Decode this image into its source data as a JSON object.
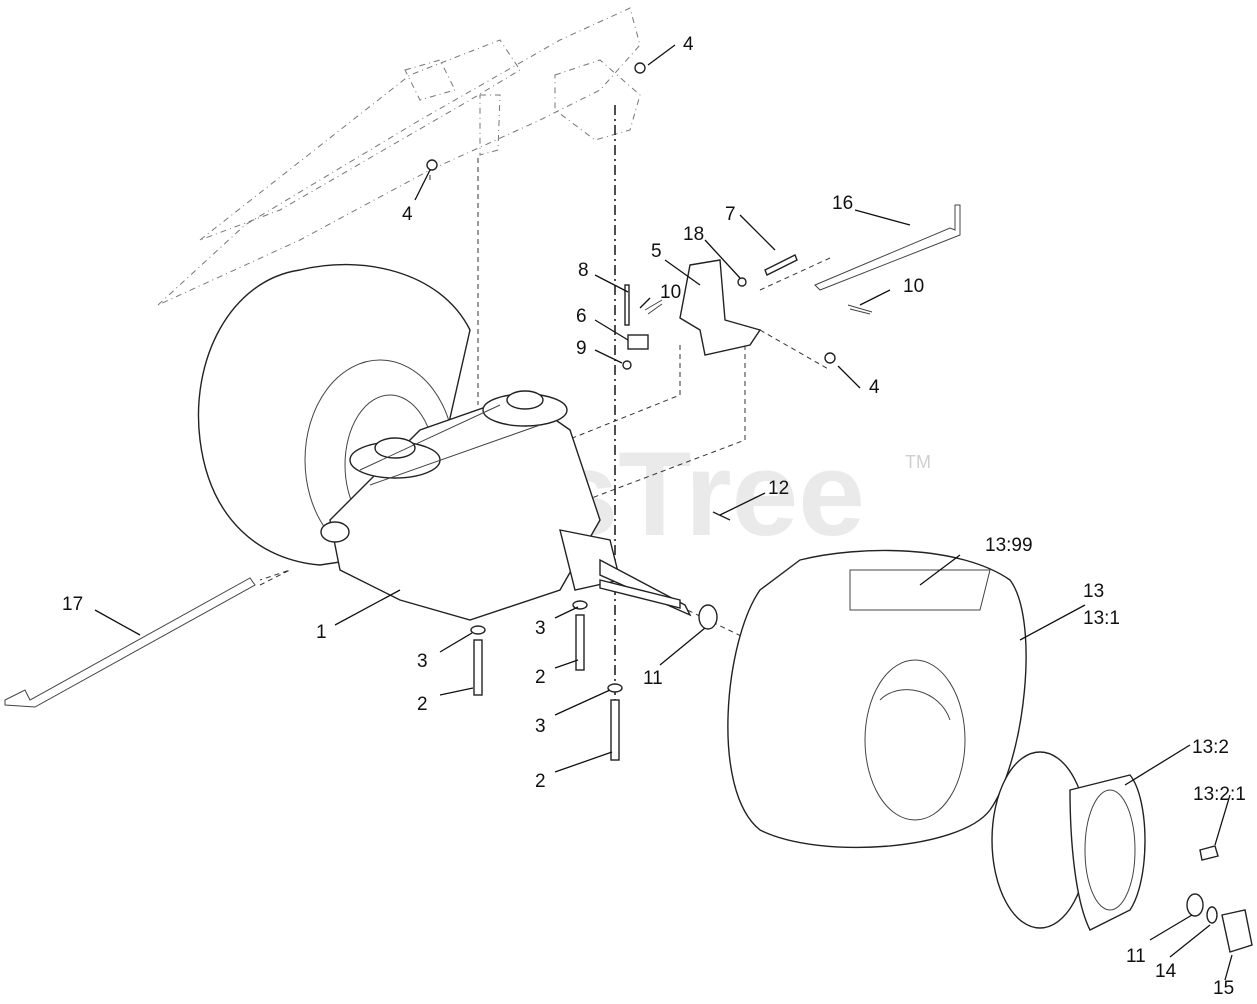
{
  "watermark": {
    "text": "PartsTree",
    "trademark": "TM"
  },
  "callouts": [
    {
      "id": "c4a",
      "label": "4"
    },
    {
      "id": "c4b",
      "label": "4"
    },
    {
      "id": "c4c",
      "label": "4"
    },
    {
      "id": "c16",
      "label": "16"
    },
    {
      "id": "c7",
      "label": "7"
    },
    {
      "id": "c18",
      "label": "18"
    },
    {
      "id": "c5",
      "label": "5"
    },
    {
      "id": "c8",
      "label": "8"
    },
    {
      "id": "c10a",
      "label": "10"
    },
    {
      "id": "c10b",
      "label": "10"
    },
    {
      "id": "c6",
      "label": "6"
    },
    {
      "id": "c9",
      "label": "9"
    },
    {
      "id": "c12",
      "label": "12"
    },
    {
      "id": "c13_99",
      "label": "13:99"
    },
    {
      "id": "c13",
      "label": "13"
    },
    {
      "id": "c13_1",
      "label": "13:1"
    },
    {
      "id": "c17",
      "label": "17"
    },
    {
      "id": "c1",
      "label": "1"
    },
    {
      "id": "c3a",
      "label": "3"
    },
    {
      "id": "c3b",
      "label": "3"
    },
    {
      "id": "c3c",
      "label": "3"
    },
    {
      "id": "c2a",
      "label": "2"
    },
    {
      "id": "c2b",
      "label": "2"
    },
    {
      "id": "c2c",
      "label": "2"
    },
    {
      "id": "c11a",
      "label": "11"
    },
    {
      "id": "c11b",
      "label": "11"
    },
    {
      "id": "c13_2",
      "label": "13:2"
    },
    {
      "id": "c13_2_1",
      "label": "13:2:1"
    },
    {
      "id": "c14",
      "label": "14"
    },
    {
      "id": "c15",
      "label": "15"
    }
  ]
}
